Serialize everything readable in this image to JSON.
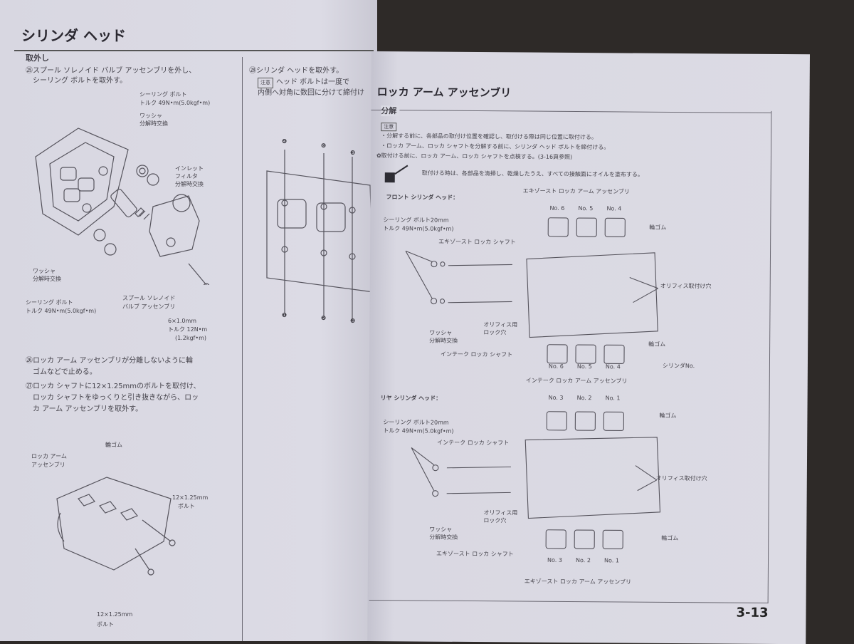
{
  "left": {
    "title": "シリンダ ヘッド",
    "subtitle": "取外し",
    "step1": "㉕スプール ソレノイド バルブ アッセンブリを外し、",
    "step1b": "シーリング ボルトを取外す。",
    "bolt_label": "シーリング ボルト",
    "bolt_torque": "トルク 49N•m(5.0kgf•m)",
    "washer_top": "ワッシャ",
    "washer_top2": "分解時交換",
    "filter": "インレット",
    "filter2": "フィルタ",
    "filter3": "分解時交換",
    "washer_left": "ワッシャ",
    "washer_left2": "分解時交換",
    "seal_bolt2": "シーリング ボルト",
    "seal_torque2": "トルク 49N•m(5.0kgf•m)",
    "solenoid": "スプール ソレノイド",
    "solenoid2": "バルブ アッセンブリ",
    "bolt6": "6×1.0mm",
    "bolt6_torque": "トルク 12N•m",
    "bolt6_torque2": "(1.2kgf•m)",
    "step2": "㉖ロッカ アーム アッセンブリが分離しないように輪",
    "step2b": "ゴムなどで止める。",
    "step3": "㉗ロッカ シャフトに12×1.25mmのボルトを取付け、",
    "step3b": "ロッカ シャフトをゆっくりと引き抜きながら、ロッ",
    "step3c": "カ アーム アッセンブリを取外す。",
    "rubber": "輪ゴム",
    "rocker_assy": "ロッカ アーム",
    "rocker_assy2": "アッセンブリ",
    "bolt12a": "12×1.25mm",
    "bolt12a2": "ボルト",
    "bolt12b": "12×1.25mm",
    "bolt12b2": "ボルト",
    "step4": "㉘シリンダ ヘッドを取外す。",
    "note_tag": "注意",
    "step4b": "ヘッド ボルトは一度で",
    "step4c": "内側へ対角に数回に分けて締付け",
    "order": [
      "❹",
      "❻",
      "❸",
      "❶",
      "❷",
      "❺"
    ]
  },
  "right": {
    "title": "ロッカ アーム アッセンブリ",
    "subtitle": "分解",
    "note_tag": "注意",
    "note1": "・分解する前に、各部品の取付け位置を確認し、取付ける際は同じ位置に取付ける。",
    "note2": "・ロッカ アーム、ロッカ シャフトを分解する前に、シリンダ ヘッド ボルトを締付ける。",
    "note3": "✿取付ける前に、ロッカ アーム、ロッカ シャフトを点検する。(3-16頁参照)",
    "oil_note": "取付ける時は、各部品を清掃し、乾燥したうえ、すべての接触面にオイルを塗布する。",
    "front_head": "フロント シリンダ ヘッド：",
    "exhaust_assy_top": "エキゾースト ロッカ アーム アッセンブリ",
    "seal_bolt": "シーリング ボルト20mm",
    "seal_torque": "トルク 49N•m(5.0kgf•m)",
    "ex_shaft": "エキゾースト ロッカ シャフト",
    "rubber1": "輪ゴム",
    "orifice1": "オリフィス取付け穴",
    "washer1": "ワッシャ",
    "washer1b": "分解時交換",
    "orifice_lock1": "オリフィス用",
    "orifice_lock1b": "ロック穴",
    "in_shaft1": "インテーク ロッカ シャフト",
    "rubber2": "輪ゴム",
    "cyl_no": "シリンダNo.",
    "in_assy1": "インテーク ロッカ アーム アッセンブリ",
    "nums_top": [
      "No. 6",
      "No. 5",
      "No. 4"
    ],
    "nums_mid": [
      "No. 6",
      "No. 5",
      "No. 4"
    ],
    "rear_head": "リヤ シリンダ ヘッド：",
    "nums_rear_top": [
      "No. 3",
      "No. 2",
      "No. 1"
    ],
    "rubber3": "輪ゴム",
    "seal_bolt_r": "シーリング ボルト20mm",
    "seal_torque_r": "トルク 49N•m(5.0kgf•m)",
    "in_shaft_r": "インテーク ロッカ シャフト",
    "orifice_r": "オリフィス取付け穴",
    "orifice_lock_r": "オリフィス用",
    "orifice_lock_rb": "ロック穴",
    "washer_r": "ワッシャ",
    "washer_rb": "分解時交換",
    "rubber4": "輪ゴム",
    "ex_shaft_r": "エキゾースト ロッカ シャフト",
    "nums_rear_bot": [
      "No. 3",
      "No. 2",
      "No. 1"
    ],
    "ex_assy_bot": "エキゾースト ロッカ アーム アッセンブリ",
    "page_number": "3-13"
  }
}
